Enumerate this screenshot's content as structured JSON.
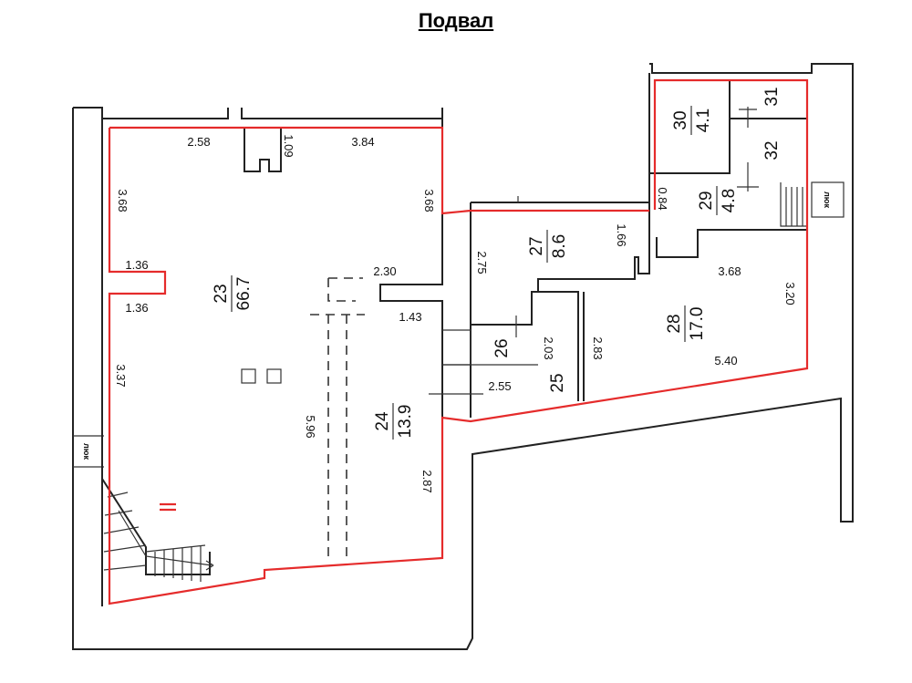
{
  "title": "Подвал",
  "rooms": [
    {
      "id": "r23",
      "number": "23",
      "area": "66.7"
    },
    {
      "id": "r24",
      "number": "24",
      "area": "13.9"
    },
    {
      "id": "r25",
      "number": "25",
      "area": ""
    },
    {
      "id": "r26",
      "number": "26",
      "area": ""
    },
    {
      "id": "r27",
      "number": "27",
      "area": "8.6"
    },
    {
      "id": "r28",
      "number": "28",
      "area": "17.0"
    },
    {
      "id": "r29",
      "number": "29",
      "area": "4.8"
    },
    {
      "id": "r30",
      "number": "30",
      "area": "4.1"
    },
    {
      "id": "r31",
      "number": "31",
      "area": ""
    },
    {
      "id": "r32",
      "number": "32",
      "area": ""
    }
  ],
  "dimensions": {
    "d258": "2.58",
    "d109": "1.09",
    "d384": "3.84",
    "d368a": "3.68",
    "d368b": "3.68",
    "d368c": "3.68",
    "d136a": "1.36",
    "d136b": "1.36",
    "d337": "3.37",
    "d230": "2.30",
    "d143": "1.43",
    "d596": "5.96",
    "d287": "2.87",
    "d255": "2.55",
    "d275": "2.75",
    "d203": "2.03",
    "d283": "2.83",
    "d166": "1.66",
    "d084": "0.84",
    "d320": "3.20",
    "d540": "5.40"
  },
  "hatch_labels": {
    "left": "люк",
    "right": "люк"
  }
}
